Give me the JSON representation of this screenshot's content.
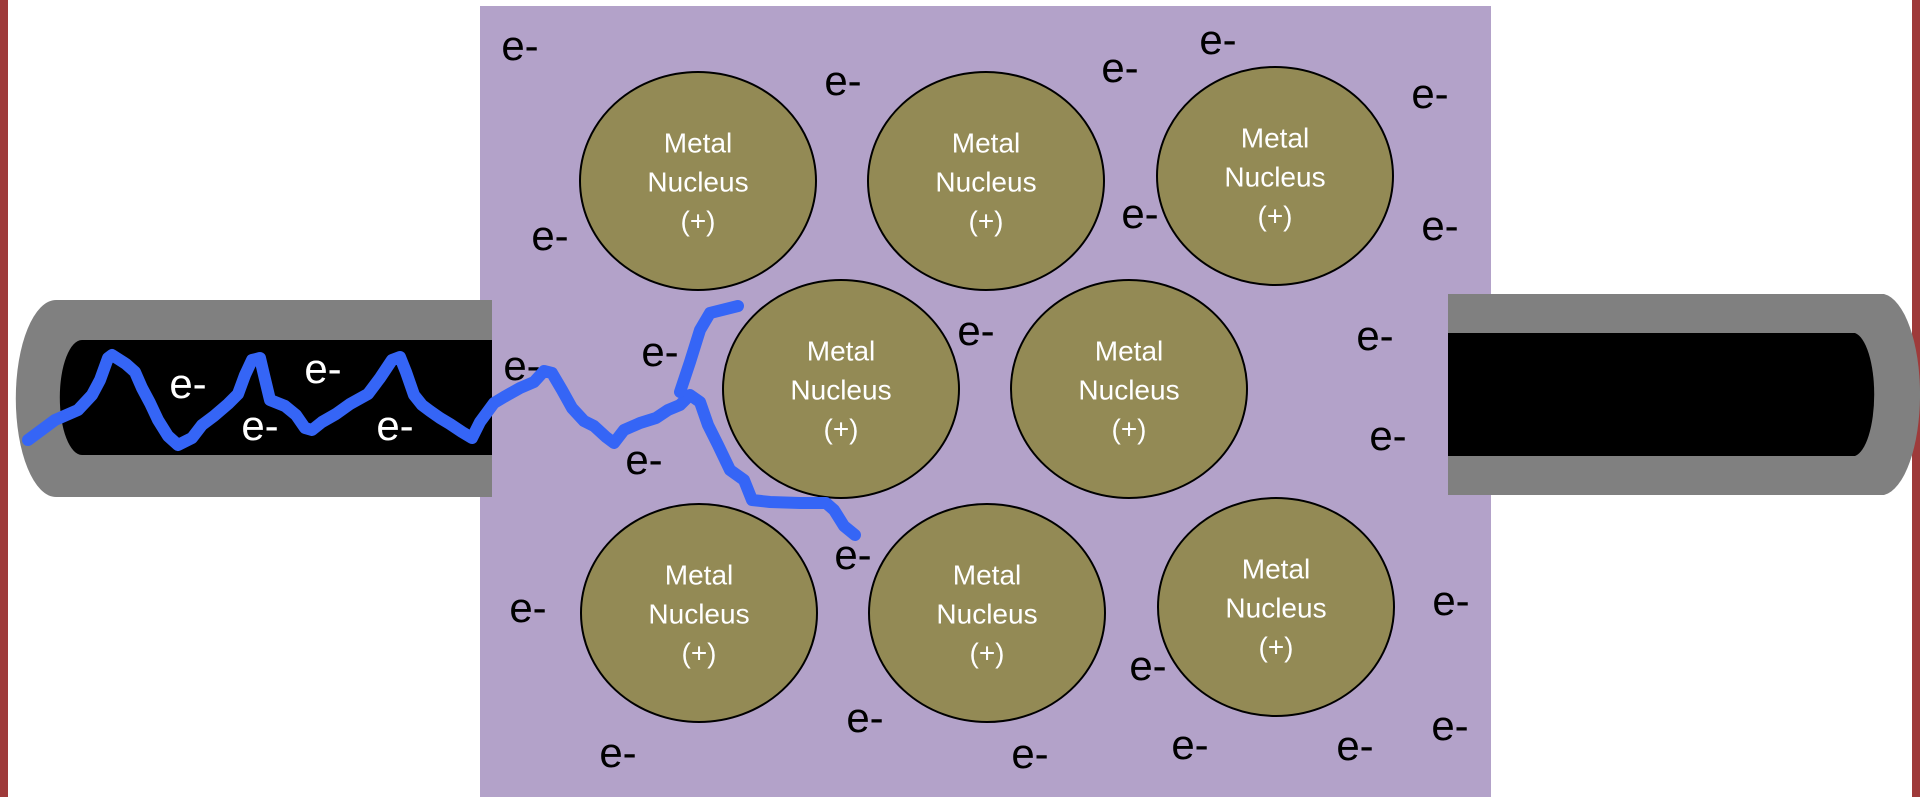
{
  "colors": {
    "frame": "#9e3a3a",
    "metal_block": "#b3a2c9",
    "nucleus_fill": "#938a55",
    "nucleus_text": "#ffffff",
    "wire_jacket": "#808080",
    "wire_core": "#000000",
    "current_path": "#3565f6",
    "electron_text": "#000000"
  },
  "nucleus": {
    "line1": "Metal",
    "line2": "Nucleus",
    "line3": "(+)"
  },
  "electron_label": "e-",
  "wires": [
    "left-wire",
    "right-wire"
  ]
}
